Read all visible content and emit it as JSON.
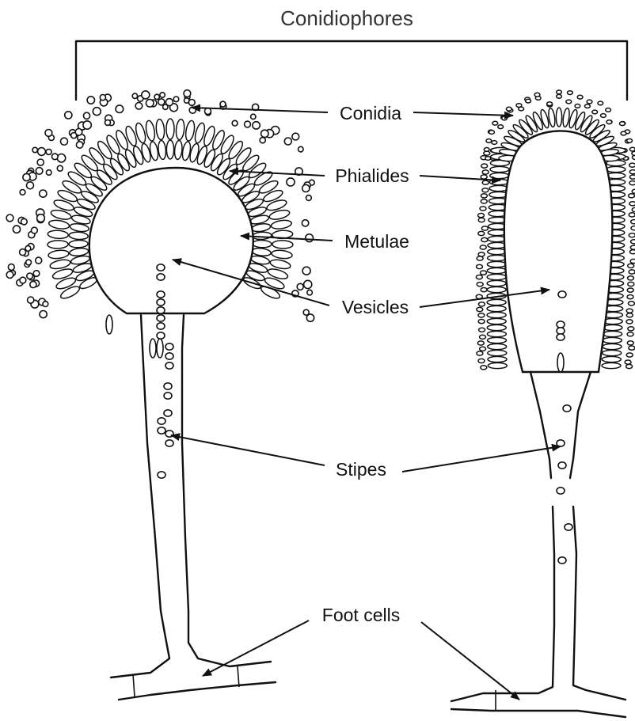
{
  "title": "Conidiophores",
  "labels": {
    "conidia": "Conidia",
    "phialides": "Phialides",
    "metulae": "Metulae",
    "vesicles": "Vesicles",
    "stipes": "Stipes",
    "foot_cells": "Foot cells"
  }
}
